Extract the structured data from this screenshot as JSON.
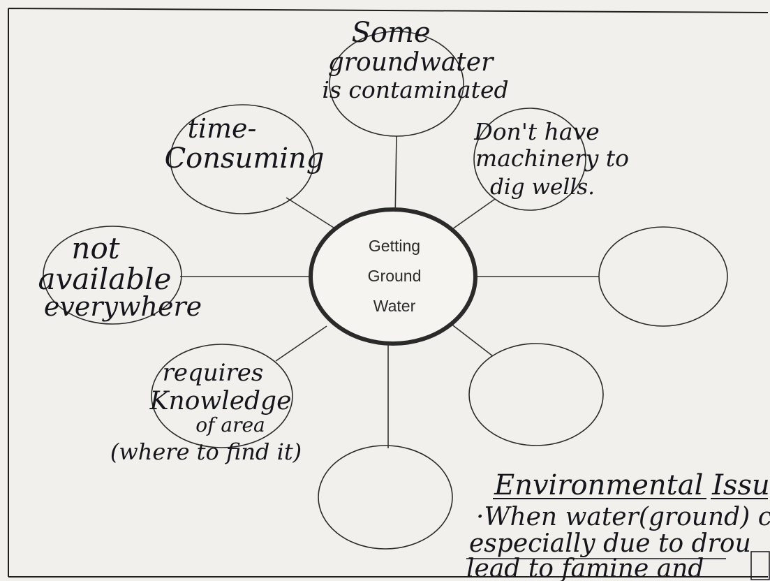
{
  "center": {
    "lines": [
      "Getting",
      "Ground",
      "Water"
    ]
  },
  "nodes": {
    "top": {
      "lines": [
        "Some",
        "groundwater",
        "is contaminated"
      ]
    },
    "top_left": {
      "lines": [
        "time-",
        "Consuming"
      ]
    },
    "top_right": {
      "lines": [
        "Don't have",
        "machinery to",
        "dig wells."
      ]
    },
    "left": {
      "lines": [
        "not",
        "available",
        "everywhere"
      ]
    },
    "bottom_left": {
      "lines": [
        "requires",
        "Knowledge",
        "of area",
        "(where to find it)"
      ]
    },
    "right": {
      "lines": []
    },
    "bottom_right": {
      "lines": []
    },
    "bottom": {
      "lines": []
    }
  },
  "notes": {
    "heading": "Environmental Issu",
    "lines": [
      "·When water(ground) c",
      "especially due to drou",
      "lead to famine and"
    ]
  },
  "colors": {
    "ink": "#15151c",
    "outline": "#2a2a2a",
    "paper": "#f1f0ec"
  }
}
